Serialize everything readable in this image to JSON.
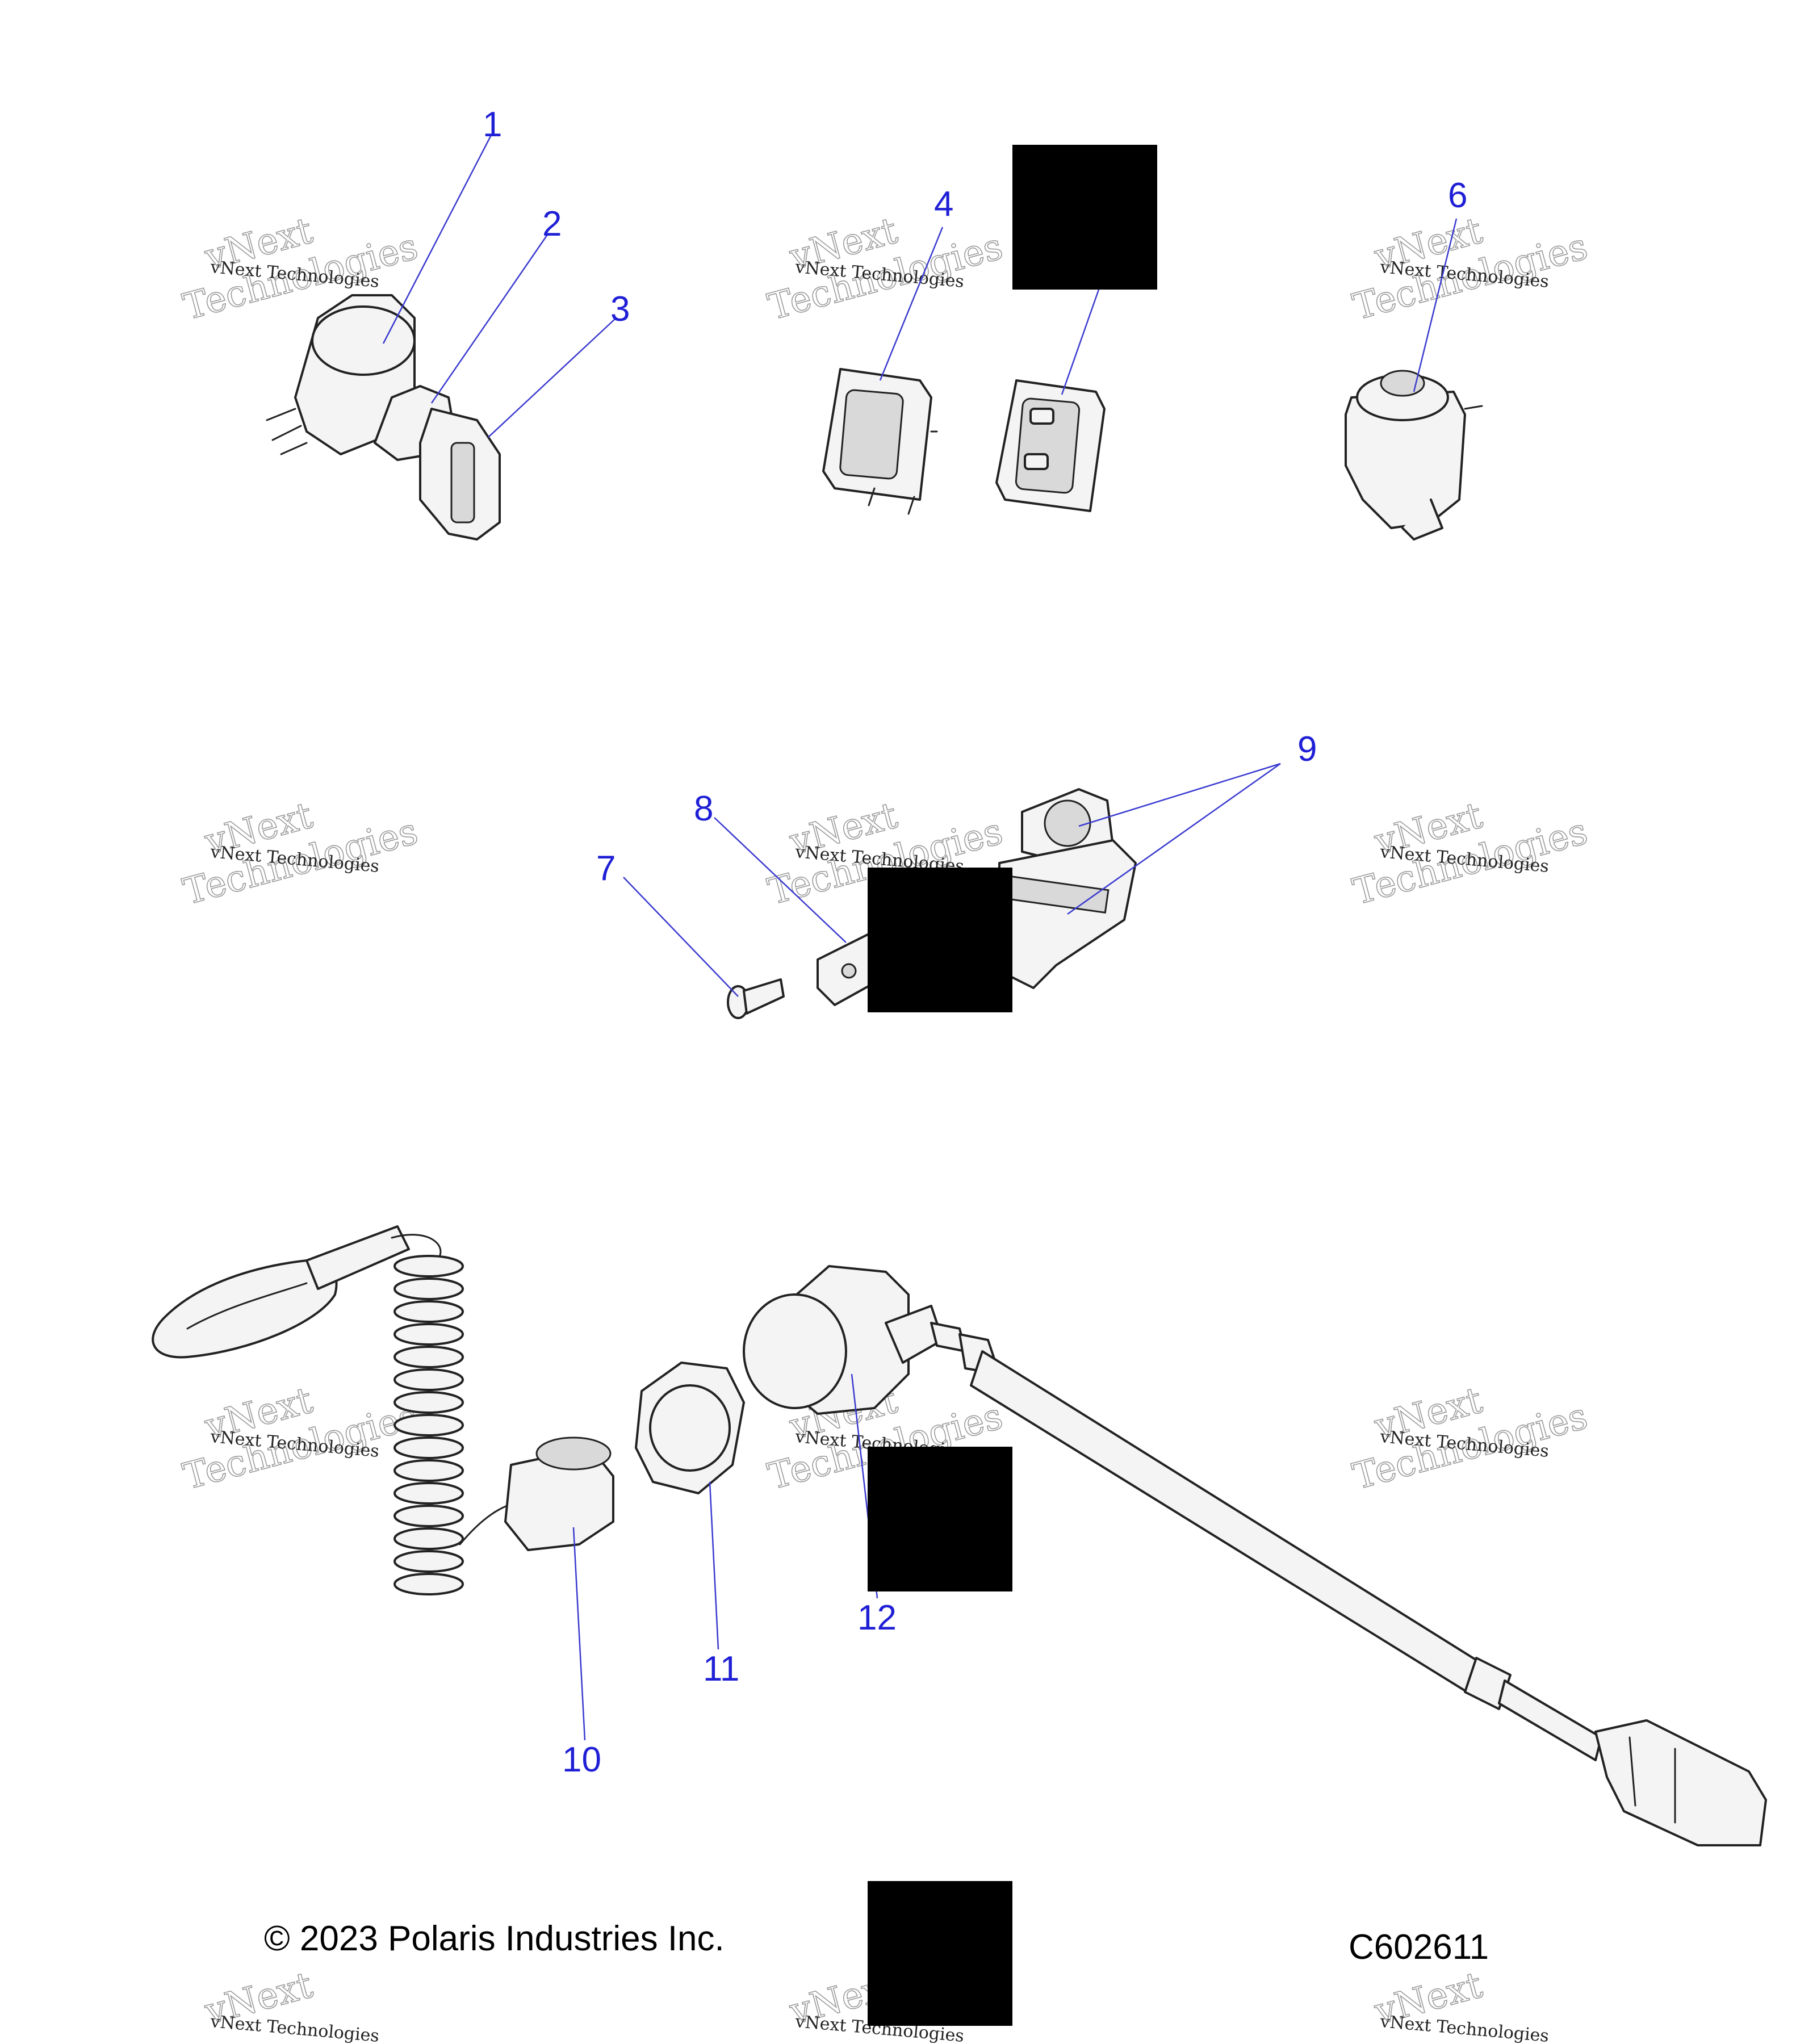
{
  "callouts": [
    "1",
    "2",
    "3",
    "4",
    "6",
    "7",
    "8",
    "9",
    "10",
    "11",
    "12"
  ],
  "watermark": {
    "line1": "vNext Technologies",
    "line2": "vNext",
    "line3": "Technologies"
  },
  "copyright": "© 2023 Polaris Industries Inc.",
  "diagram_code": "C602611",
  "colors": {
    "callout": "#1f1fd6",
    "leader": "#3a3ad0",
    "redaction": "#000000"
  }
}
